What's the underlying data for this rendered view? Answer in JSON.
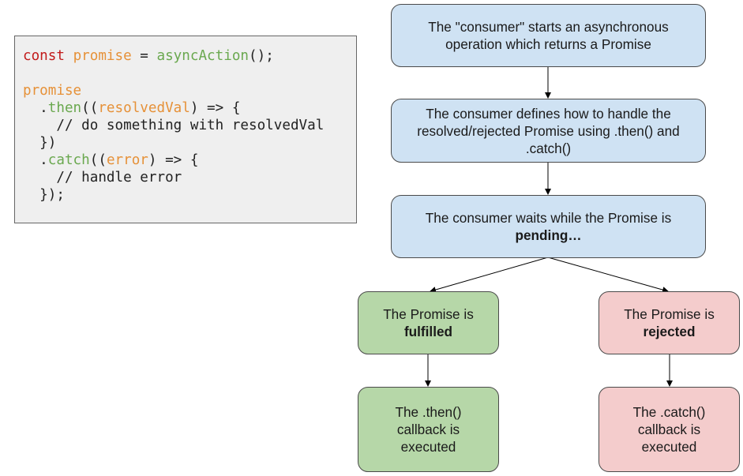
{
  "colors": {
    "blue_fill": "#cfe2f3",
    "green_fill": "#b6d7a8",
    "red_fill": "#f4cccc",
    "keyword": "#c21b1b",
    "variable": "#e69138",
    "function": "#6aa84f"
  },
  "code": {
    "line1": {
      "kw": "const",
      "s1": " ",
      "var": "promise",
      "s2": " = ",
      "fn": "asyncAction",
      "s3": "();"
    },
    "line3": {
      "var": "promise"
    },
    "line4": {
      "s1": "  .",
      "fn": "then",
      "s2": "((",
      "var": "resolvedVal",
      "s3": ") => {"
    },
    "line5": {
      "text": "    // do something with resolvedVal"
    },
    "line6": {
      "text": "  })"
    },
    "line7": {
      "s1": "  .",
      "fn": "catch",
      "s2": "((",
      "var": "error",
      "s3": ") => {"
    },
    "line8": {
      "text": "    // handle error"
    },
    "line9": {
      "text": "  });"
    }
  },
  "flow": {
    "step1": {
      "line1": "The \"consumer\" starts an asynchronous",
      "line2": "operation which returns a Promise"
    },
    "step2": {
      "line1": "The consumer defines how to handle the",
      "line2": "resolved/rejected Promise using .then() and",
      "line3": ".catch()"
    },
    "step3": {
      "line1": "The consumer waits while the Promise is",
      "line2": "pending…"
    },
    "fulfilled": {
      "line1": "The Promise is",
      "line2": "fulfilled"
    },
    "rejected": {
      "line1": "The Promise is",
      "line2": "rejected"
    },
    "then_callback": {
      "line1": "The .then()",
      "line2": "callback is",
      "line3": "executed"
    },
    "catch_callback": {
      "line1": "The .catch()",
      "line2": "callback is",
      "line3": "executed"
    }
  }
}
